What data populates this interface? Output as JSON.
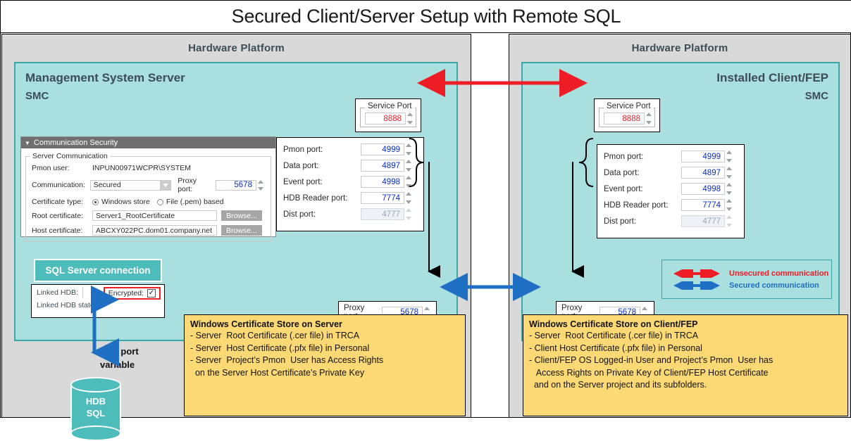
{
  "title": "Secured Client/Server Setup with Remote SQL",
  "left_platform": {
    "platform_title": "Hardware Platform",
    "machine_heading": "Management System Server",
    "machine_sub": "SMC",
    "service_port": {
      "caption": "Service Port",
      "value": "8888"
    },
    "comm_security": {
      "header": "Communication Security",
      "collapse_icon": "triangle-down-icon",
      "fieldset_legend": "Server Communication",
      "pmon_user_label": "Pmon user:",
      "pmon_user_value": "INPUN00971WCPR\\SYSTEM",
      "communication_label": "Communication:",
      "communication_value": "Secured",
      "proxy_port_label": "Proxy port:",
      "proxy_port_value": "5678",
      "cert_type_label": "Certificate type:",
      "cert_type_option_1": "Windows store",
      "cert_type_option_2": "File (.pem) based",
      "root_cert_label": "Root certificate:",
      "root_cert_value": "Server1_RootCertificate",
      "host_cert_label": "Host certificate:",
      "host_cert_value": "ABCXY022PC.dom01.company.net",
      "browse_label": "Browse..."
    },
    "ports": {
      "rows": [
        {
          "label": "Pmon port:",
          "value": "4999",
          "disabled": false
        },
        {
          "label": "Data port:",
          "value": "4897",
          "disabled": false
        },
        {
          "label": "Event port:",
          "value": "4998",
          "disabled": false
        },
        {
          "label": "HDB Reader port:",
          "value": "7774",
          "disabled": false
        },
        {
          "label": "Dist port:",
          "value": "4777",
          "disabled": true
        }
      ]
    },
    "proxy_port_box": {
      "label": "Proxy port:",
      "value": "5678"
    },
    "sql_button": "SQL Server connection",
    "sql_panel": {
      "linked_hdb_label": "Linked HDB:",
      "linked_hdb_state_label": "Linked HDB state:",
      "encrypted_label": "Encrypted:",
      "encrypted_checked": true
    },
    "tcp_label": "TCP port\nvariable",
    "database": {
      "line1": "HDB",
      "line2": "SQL"
    },
    "note": {
      "title": "Windows Certificate Store on Server",
      "lines": [
        "- Server  Root Certificate (.cer file) in TRCA",
        "- Server  Host Certificate (.pfx file) in Personal",
        "- Server  Project’s Pmon  User has Access Rights",
        "  on the Server Host Certificate’s Private Key"
      ]
    }
  },
  "right_platform": {
    "platform_title": "Hardware Platform",
    "machine_heading": "Installed Client/FEP",
    "machine_sub": "SMC",
    "service_port": {
      "caption": "Service Port",
      "value": "8888"
    },
    "ports": {
      "rows": [
        {
          "label": "Pmon port:",
          "value": "4999",
          "disabled": false
        },
        {
          "label": "Data port:",
          "value": "4897",
          "disabled": false
        },
        {
          "label": "Event port:",
          "value": "4998",
          "disabled": false
        },
        {
          "label": "HDB Reader port:",
          "value": "7774",
          "disabled": false
        },
        {
          "label": "Dist port:",
          "value": "4777",
          "disabled": true
        }
      ]
    },
    "proxy_port_box": {
      "label": "Proxy port:",
      "value": "5678"
    },
    "note": {
      "title": "Windows Certificate Store on Client/FEP",
      "lines": [
        "- Server  Root Certificate (.cer file) in TRCA",
        "- Client Host Certificate (.pfx file) in Personal",
        "- Client/FEP OS Logged-in User and Project’s Pmon  User has",
        "   Access Rights on Private Key of Client/FEP Host Certificate",
        "  and on the Server project and its subfolders."
      ]
    }
  },
  "legend": {
    "unsecured": "Unsecured communication",
    "secured": "Secured communication",
    "unsecured_color": "#ee1c25",
    "secured_color": "#1f6fc4"
  },
  "colors": {
    "platform_bg": "#d9d9d9",
    "machine_bg": "#a9dfdf",
    "machine_border": "#3aa6a6",
    "teal_accent": "#4fbcbc",
    "note_bg": "#fcd975",
    "red": "#ee1c25",
    "blue": "#1f6fc4"
  }
}
